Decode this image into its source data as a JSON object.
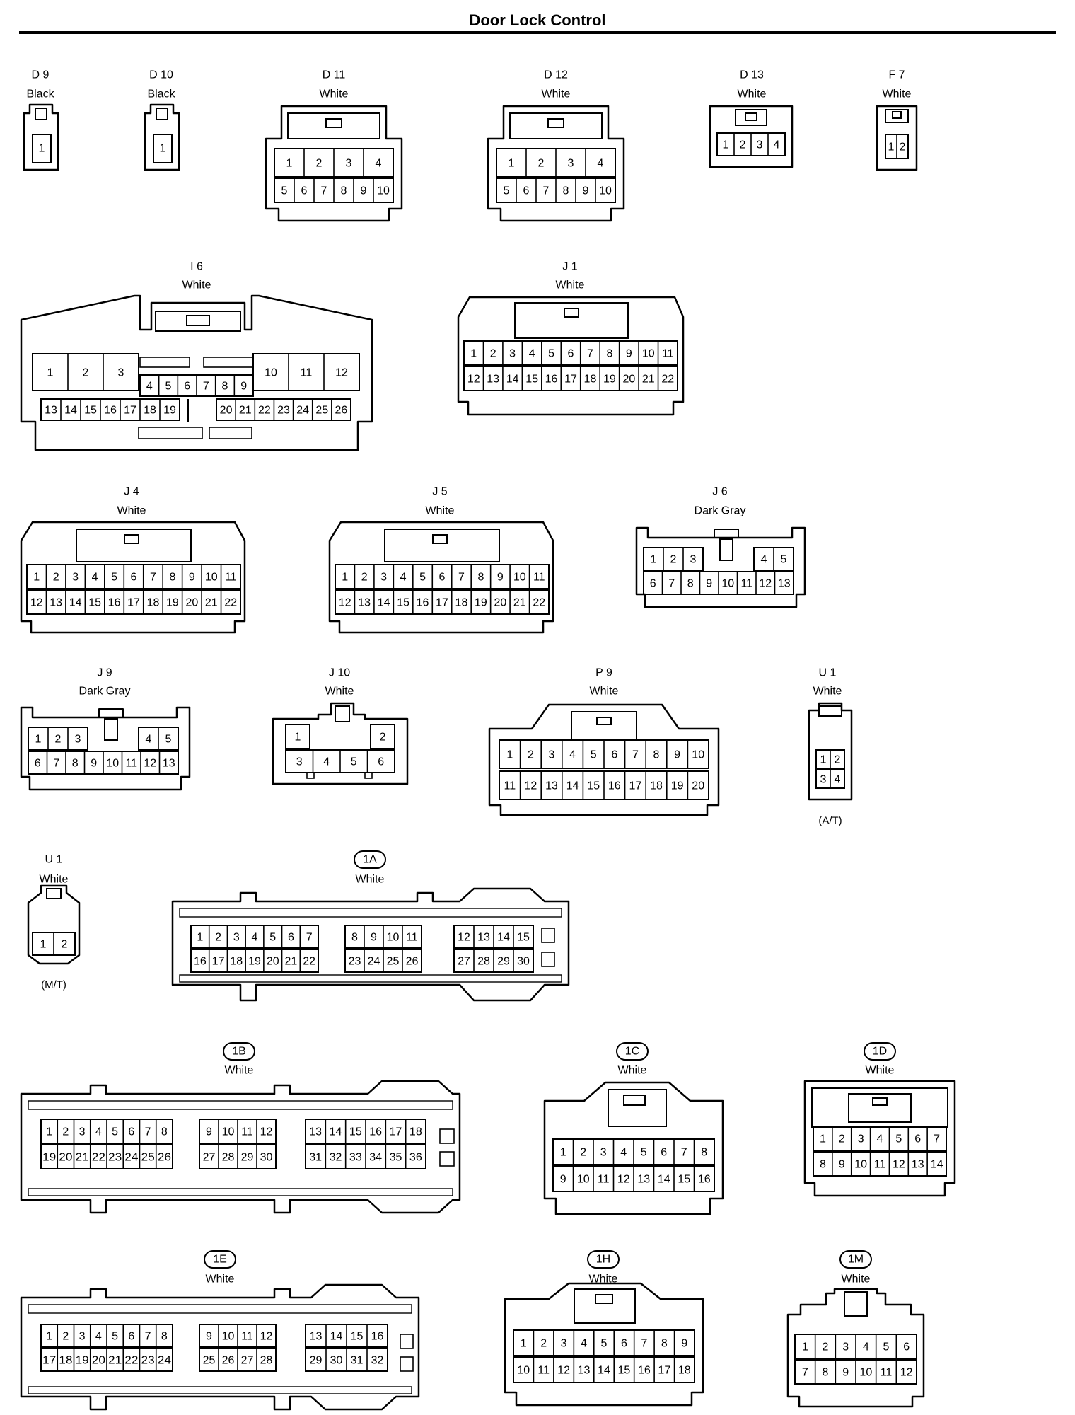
{
  "title": "Door Lock Control",
  "colors": {
    "ink": "#000000",
    "paper": "#ffffff"
  },
  "connectors": [
    {
      "id": "D9",
      "code": "D 9",
      "color": "Black",
      "rows": [
        [
          "1"
        ]
      ]
    },
    {
      "id": "D10",
      "code": "D 10",
      "color": "Black",
      "rows": [
        [
          "1"
        ]
      ]
    },
    {
      "id": "D11",
      "code": "D 11",
      "color": "White",
      "rows": [
        [
          "1",
          "2",
          "3",
          "4"
        ],
        [
          "5",
          "6",
          "7",
          "8",
          "9",
          "10"
        ]
      ]
    },
    {
      "id": "D12",
      "code": "D 12",
      "color": "White",
      "rows": [
        [
          "1",
          "2",
          "3",
          "4"
        ],
        [
          "5",
          "6",
          "7",
          "8",
          "9",
          "10"
        ]
      ]
    },
    {
      "id": "D13",
      "code": "D 13",
      "color": "White",
      "rows": [
        [
          "1",
          "2",
          "3",
          "4"
        ]
      ]
    },
    {
      "id": "F7",
      "code": "F 7",
      "color": "White",
      "rows": [
        [
          "1",
          "2"
        ]
      ]
    },
    {
      "id": "I6",
      "code": "I 6",
      "color": "White",
      "rows": [
        [
          "1",
          "2",
          "3"
        ],
        [
          "10",
          "11",
          "12"
        ],
        [
          "4",
          "5",
          "6",
          "7",
          "8",
          "9"
        ],
        [
          "13",
          "14",
          "15",
          "16",
          "17",
          "18",
          "19"
        ],
        [
          "20",
          "21",
          "22",
          "23",
          "24",
          "25",
          "26"
        ]
      ]
    },
    {
      "id": "J1",
      "code": "J 1",
      "color": "White",
      "rows": [
        [
          "1",
          "2",
          "3",
          "4",
          "5",
          "6",
          "7",
          "8",
          "9",
          "10",
          "11"
        ],
        [
          "12",
          "13",
          "14",
          "15",
          "16",
          "17",
          "18",
          "19",
          "20",
          "21",
          "22"
        ]
      ]
    },
    {
      "id": "J4",
      "code": "J 4",
      "color": "White",
      "rows": [
        [
          "1",
          "2",
          "3",
          "4",
          "5",
          "6",
          "7",
          "8",
          "9",
          "10",
          "11"
        ],
        [
          "12",
          "13",
          "14",
          "15",
          "16",
          "17",
          "18",
          "19",
          "20",
          "21",
          "22"
        ]
      ]
    },
    {
      "id": "J5",
      "code": "J 5",
      "color": "White",
      "rows": [
        [
          "1",
          "2",
          "3",
          "4",
          "5",
          "6",
          "7",
          "8",
          "9",
          "10",
          "11"
        ],
        [
          "12",
          "13",
          "14",
          "15",
          "16",
          "17",
          "18",
          "19",
          "20",
          "21",
          "22"
        ]
      ]
    },
    {
      "id": "J6",
      "code": "J 6",
      "color": "Dark Gray",
      "rows": [
        [
          "1",
          "2",
          "3"
        ],
        [
          "4",
          "5"
        ],
        [
          "6",
          "7",
          "8",
          "9",
          "10",
          "11",
          "12",
          "13"
        ]
      ]
    },
    {
      "id": "J9",
      "code": "J 9",
      "color": "Dark Gray",
      "rows": [
        [
          "1",
          "2",
          "3"
        ],
        [
          "4",
          "5"
        ],
        [
          "6",
          "7",
          "8",
          "9",
          "10",
          "11",
          "12",
          "13"
        ]
      ]
    },
    {
      "id": "J10",
      "code": "J 10",
      "color": "White",
      "rows": [
        [
          "1"
        ],
        [
          "2"
        ],
        [
          "3",
          "4",
          "5",
          "6"
        ]
      ]
    },
    {
      "id": "P9",
      "code": "P 9",
      "color": "White",
      "rows": [
        [
          "1",
          "2",
          "3",
          "4",
          "5",
          "6",
          "7",
          "8",
          "9",
          "10"
        ],
        [
          "11",
          "12",
          "13",
          "14",
          "15",
          "16",
          "17",
          "18",
          "19",
          "20"
        ]
      ]
    },
    {
      "id": "U1AT",
      "code": "U 1",
      "color": "White",
      "note": "(A/T)",
      "rows": [
        [
          "1",
          "2"
        ],
        [
          "3",
          "4"
        ]
      ]
    },
    {
      "id": "U1MT",
      "code": "U 1",
      "color": "White",
      "note": "(M/T)",
      "rows": [
        [
          "1",
          "2"
        ]
      ]
    },
    {
      "id": "1A",
      "code": "1A",
      "color": "White",
      "rows": [
        [
          "1",
          "2",
          "3",
          "4",
          "5",
          "6",
          "7"
        ],
        [
          "16",
          "17",
          "18",
          "19",
          "20",
          "21",
          "22"
        ],
        [
          "8",
          "9",
          "10",
          "11"
        ],
        [
          "23",
          "24",
          "25",
          "26"
        ],
        [
          "12",
          "13",
          "14",
          "15"
        ],
        [
          "27",
          "28",
          "29",
          "30"
        ]
      ]
    },
    {
      "id": "1B",
      "code": "1B",
      "color": "White",
      "rows": [
        [
          "1",
          "2",
          "3",
          "4",
          "5",
          "6",
          "7",
          "8"
        ],
        [
          "19",
          "20",
          "21",
          "22",
          "23",
          "24",
          "25",
          "26"
        ],
        [
          "9",
          "10",
          "11",
          "12"
        ],
        [
          "27",
          "28",
          "29",
          "30"
        ],
        [
          "13",
          "14",
          "15",
          "16",
          "17",
          "18"
        ],
        [
          "31",
          "32",
          "33",
          "34",
          "35",
          "36"
        ]
      ]
    },
    {
      "id": "1C",
      "code": "1C",
      "color": "White",
      "rows": [
        [
          "1",
          "2",
          "3",
          "4",
          "5",
          "6",
          "7",
          "8"
        ],
        [
          "9",
          "10",
          "11",
          "12",
          "13",
          "14",
          "15",
          "16"
        ]
      ]
    },
    {
      "id": "1D",
      "code": "1D",
      "color": "White",
      "rows": [
        [
          "1",
          "2",
          "3",
          "4",
          "5",
          "6",
          "7"
        ],
        [
          "8",
          "9",
          "10",
          "11",
          "12",
          "13",
          "14"
        ]
      ]
    },
    {
      "id": "1E",
      "code": "1E",
      "color": "White",
      "rows": [
        [
          "1",
          "2",
          "3",
          "4",
          "5",
          "6",
          "7",
          "8"
        ],
        [
          "17",
          "18",
          "19",
          "20",
          "21",
          "22",
          "23",
          "24"
        ],
        [
          "9",
          "10",
          "11",
          "12"
        ],
        [
          "25",
          "26",
          "27",
          "28"
        ],
        [
          "13",
          "14",
          "15",
          "16"
        ],
        [
          "29",
          "30",
          "31",
          "32"
        ]
      ]
    },
    {
      "id": "1H",
      "code": "1H",
      "color": "White",
      "rows": [
        [
          "1",
          "2",
          "3",
          "4",
          "5",
          "6",
          "7",
          "8",
          "9"
        ],
        [
          "10",
          "11",
          "12",
          "13",
          "14",
          "15",
          "16",
          "17",
          "18"
        ]
      ]
    },
    {
      "id": "1M",
      "code": "1M",
      "color": "White",
      "rows": [
        [
          "1",
          "2",
          "3",
          "4",
          "5",
          "6"
        ],
        [
          "7",
          "8",
          "9",
          "10",
          "11",
          "12"
        ]
      ]
    }
  ]
}
